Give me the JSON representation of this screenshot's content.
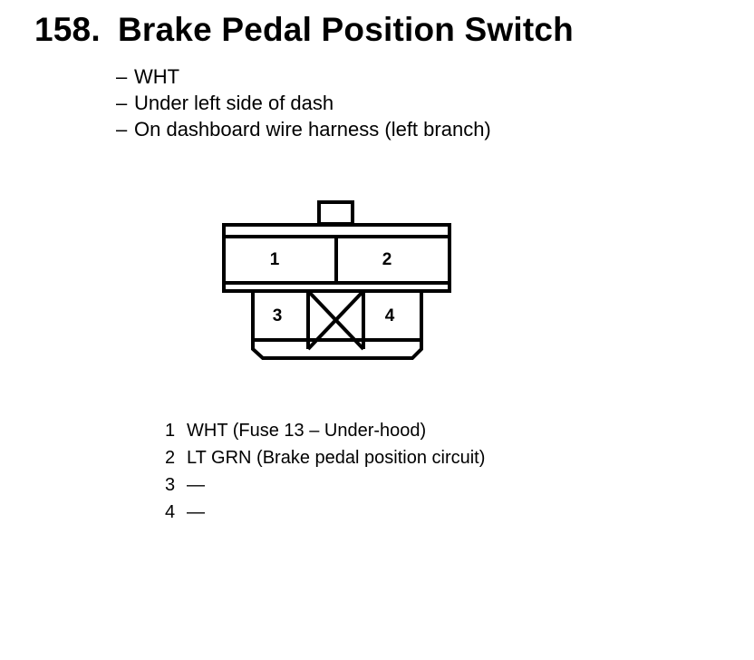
{
  "heading": {
    "number": "158.",
    "title": "Brake Pedal Position Switch"
  },
  "notes": [
    "WHT",
    "Under left side of dash",
    "On dashboard wire harness (left branch)"
  ],
  "note_marker": "–",
  "connector": {
    "pins": [
      "1",
      "2",
      "3",
      "4"
    ]
  },
  "pin_functions": [
    {
      "pin": "1",
      "desc": "WHT (Fuse 13 – Under-hood)"
    },
    {
      "pin": "2",
      "desc": "LT GRN (Brake pedal position circuit)"
    },
    {
      "pin": "3",
      "desc": "—"
    },
    {
      "pin": "4",
      "desc": "—"
    }
  ]
}
